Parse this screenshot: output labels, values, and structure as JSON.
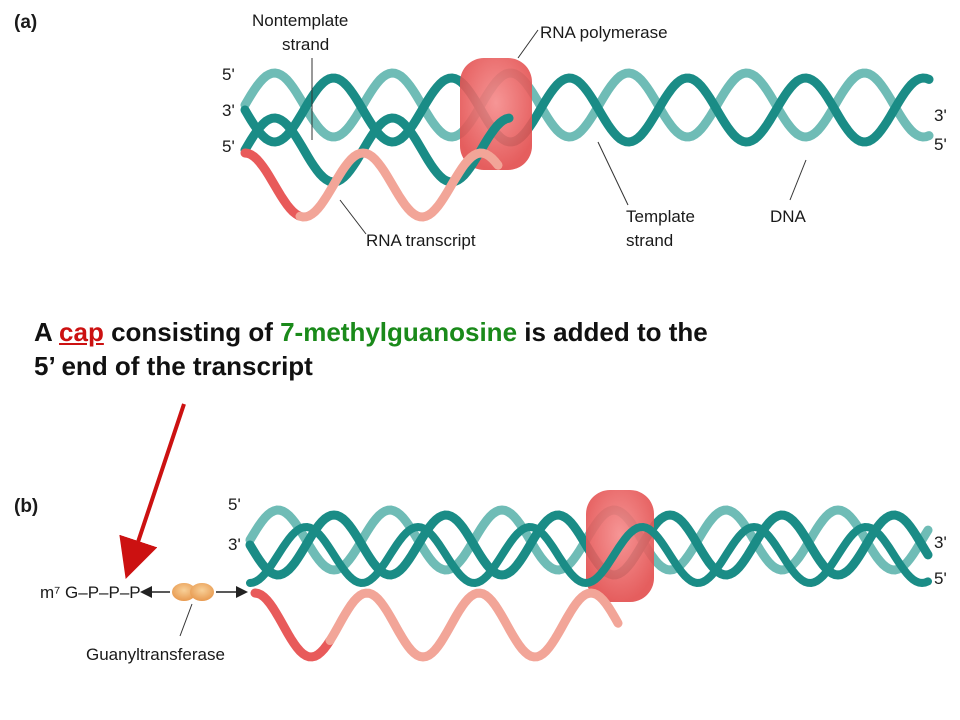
{
  "panel_a": {
    "tag": "(a)",
    "nontemplate_strand_label": "Nontemplate\nstrand",
    "rna_polymerase_label": "RNA polymerase",
    "template_strand_label": "Template\nstrand",
    "dna_label": "DNA",
    "rna_transcript_label": "RNA transcript",
    "left_ends": [
      "5'",
      "3'",
      "5'"
    ],
    "right_ends": [
      "3'",
      "5'"
    ]
  },
  "caption": {
    "part1": "A ",
    "cap": "cap",
    "part2": " consisting of ",
    "methyl": "7-methylguanosine",
    "part3": " is added to the 5’ end of the transcript"
  },
  "panel_b": {
    "tag": "(b)",
    "left_ends": [
      "5'",
      "3'"
    ],
    "right_ends": [
      "3'",
      "5'"
    ],
    "cap_formula": "m⁷ G–P–P–P",
    "enzyme_label": "Guanyltransferase"
  },
  "colors": {
    "strand_dark": "#1a8c86",
    "strand_light": "#6fbcb6",
    "rna_dark": "#e85a5a",
    "rna_light": "#f2a598",
    "polymerase": "#ea5f5f",
    "arrow": "#cc1111",
    "enzyme": "#f0b070"
  }
}
